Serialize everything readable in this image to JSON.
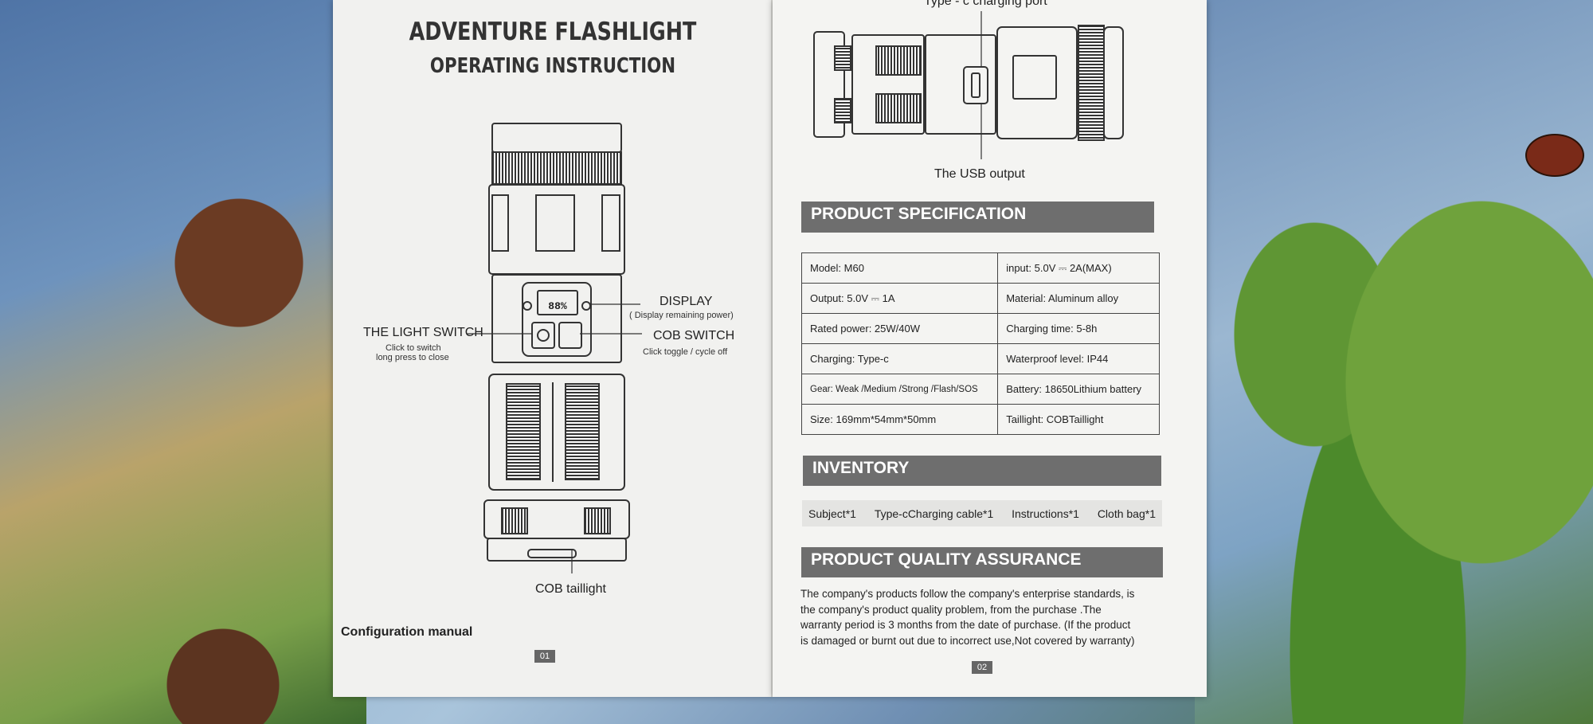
{
  "left_page": {
    "title_line1": "ADVENTURE FLASHLIGHT",
    "title_line2": "OPERATING INSTRUCTION",
    "display_label": "DISPLAY",
    "display_note": "( Display remaining power)",
    "display_screen": "88%",
    "light_switch_label": "THE LIGHT SWITCH",
    "light_switch_note_1": "Click to switch",
    "light_switch_note_2": "long press to close",
    "cob_switch_label": "COB SWITCH",
    "cob_switch_note": "Click toggle / cycle off",
    "cob_taillight_label": "COB taillight",
    "footer": "Configuration manual",
    "page_number": "01"
  },
  "right_page": {
    "charging_port_label": "Type - c charging port",
    "usb_output_label": "The USB output",
    "spec_heading": "PRODUCT SPECIFICATION",
    "specs": [
      [
        "Model:  M60",
        "input:  5.0V ⎓ 2A(MAX)"
      ],
      [
        "Output:  5.0V ⎓ 1A",
        "Material:  Aluminum alloy"
      ],
      [
        "Rated power:  25W/40W",
        "Charging time:  5-8h"
      ],
      [
        "Charging:  Type-c",
        "Waterproof level:  IP44"
      ],
      [
        "Gear:  Weak /Medium /Strong /Flash/SOS",
        "Battery:  18650Lithium battery"
      ],
      [
        "Size:  169mm*54mm*50mm",
        "Taillight:  COBTaillight"
      ]
    ],
    "inventory_heading": "INVENTORY",
    "inventory": [
      "Subject*1",
      "Type-cCharging cable*1",
      "Instructions*1",
      "Cloth bag*1"
    ],
    "quality_heading": "PRODUCT QUALITY ASSURANCE",
    "quality_lines": [
      "The company's products follow the company's enterprise standards, is",
      "the company's product quality problem, from the purchase .The",
      "warranty period is 3 months from the date of purchase. (If the product",
      "is damaged or burnt out due to incorrect use,Not covered by warranty)"
    ],
    "page_number": "02"
  }
}
